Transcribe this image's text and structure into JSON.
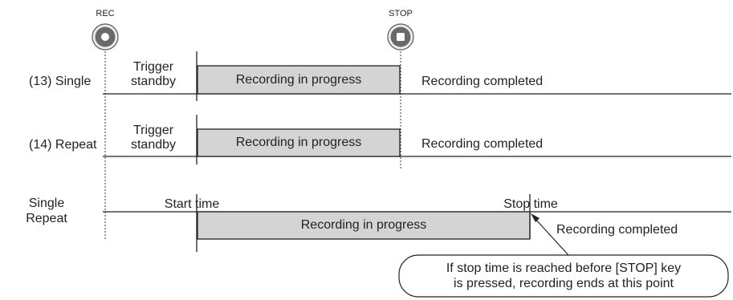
{
  "keys": {
    "rec_label": "REC",
    "stop_label": "STOP"
  },
  "rows": {
    "single_label": "(13) Single",
    "repeat_label": "(14) Repeat",
    "single_repeat_label_1": "Single",
    "single_repeat_label_2": "Repeat"
  },
  "phases": {
    "trigger_1": "Trigger",
    "standby": "standby",
    "recording_in_progress": "Recording in progress",
    "recording_completed": "Recording completed"
  },
  "timer": {
    "start_time": "Start time",
    "stop_time": "Stop time"
  },
  "callout": {
    "line_1": "If stop time is reached before [STOP] key",
    "line_2": "is pressed, recording ends at this point"
  },
  "colors": {
    "bar_fill": "#d4d4d4",
    "line": "#222222",
    "button_fill": "#6a6a6a"
  }
}
